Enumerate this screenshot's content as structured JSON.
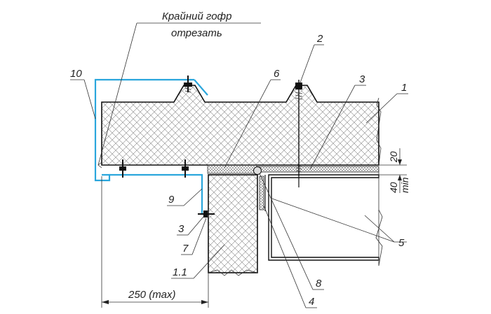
{
  "note": {
    "line1": "Крайний гофр",
    "line2": "отрезать"
  },
  "labels": {
    "l1": "1",
    "l2": "2",
    "l3_top": "3",
    "l3_left": "3",
    "l4": "4",
    "l5": "5",
    "l6": "6",
    "l7": "7",
    "l8": "8",
    "l9": "9",
    "l10": "10",
    "l11": "1.1"
  },
  "dimensions": {
    "d20": "20",
    "d40": "40",
    "min": "min",
    "d250": "250 (max)"
  },
  "colors": {
    "flashing": "#2aa6dc",
    "line": "#222222"
  }
}
